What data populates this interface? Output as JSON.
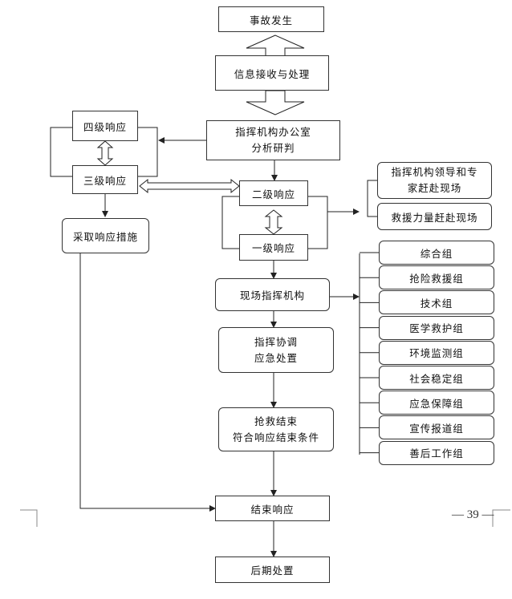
{
  "nodes": {
    "incident": "事故发生",
    "receive": "信息接收与处理",
    "office_l1": "指挥机构办公室",
    "office_l2": "分析研判",
    "level4": "四级响应",
    "level3": "三级响应",
    "measures": "采取响应措施",
    "level2": "二级响应",
    "level1": "一级响应",
    "leaders_l1": "指挥机构领导和专",
    "leaders_l2": "家赶赴现场",
    "rescue_force": "救援力量赶赴现场",
    "field_command": "现场指挥机构",
    "coord_l1": "指挥协调",
    "coord_l2": "应急处置",
    "end_rescue_l1": "抢救结束",
    "end_rescue_l2": "符合响应结束条件",
    "end_response": "结束响应",
    "aftermath": "后期处置"
  },
  "groups": [
    "综合组",
    "抢险救援组",
    "技术组",
    "医学救护组",
    "环境监测组",
    "社会稳定组",
    "应急保障组",
    "宣传报道组",
    "善后工作组"
  ],
  "page_number": "— 39 —"
}
